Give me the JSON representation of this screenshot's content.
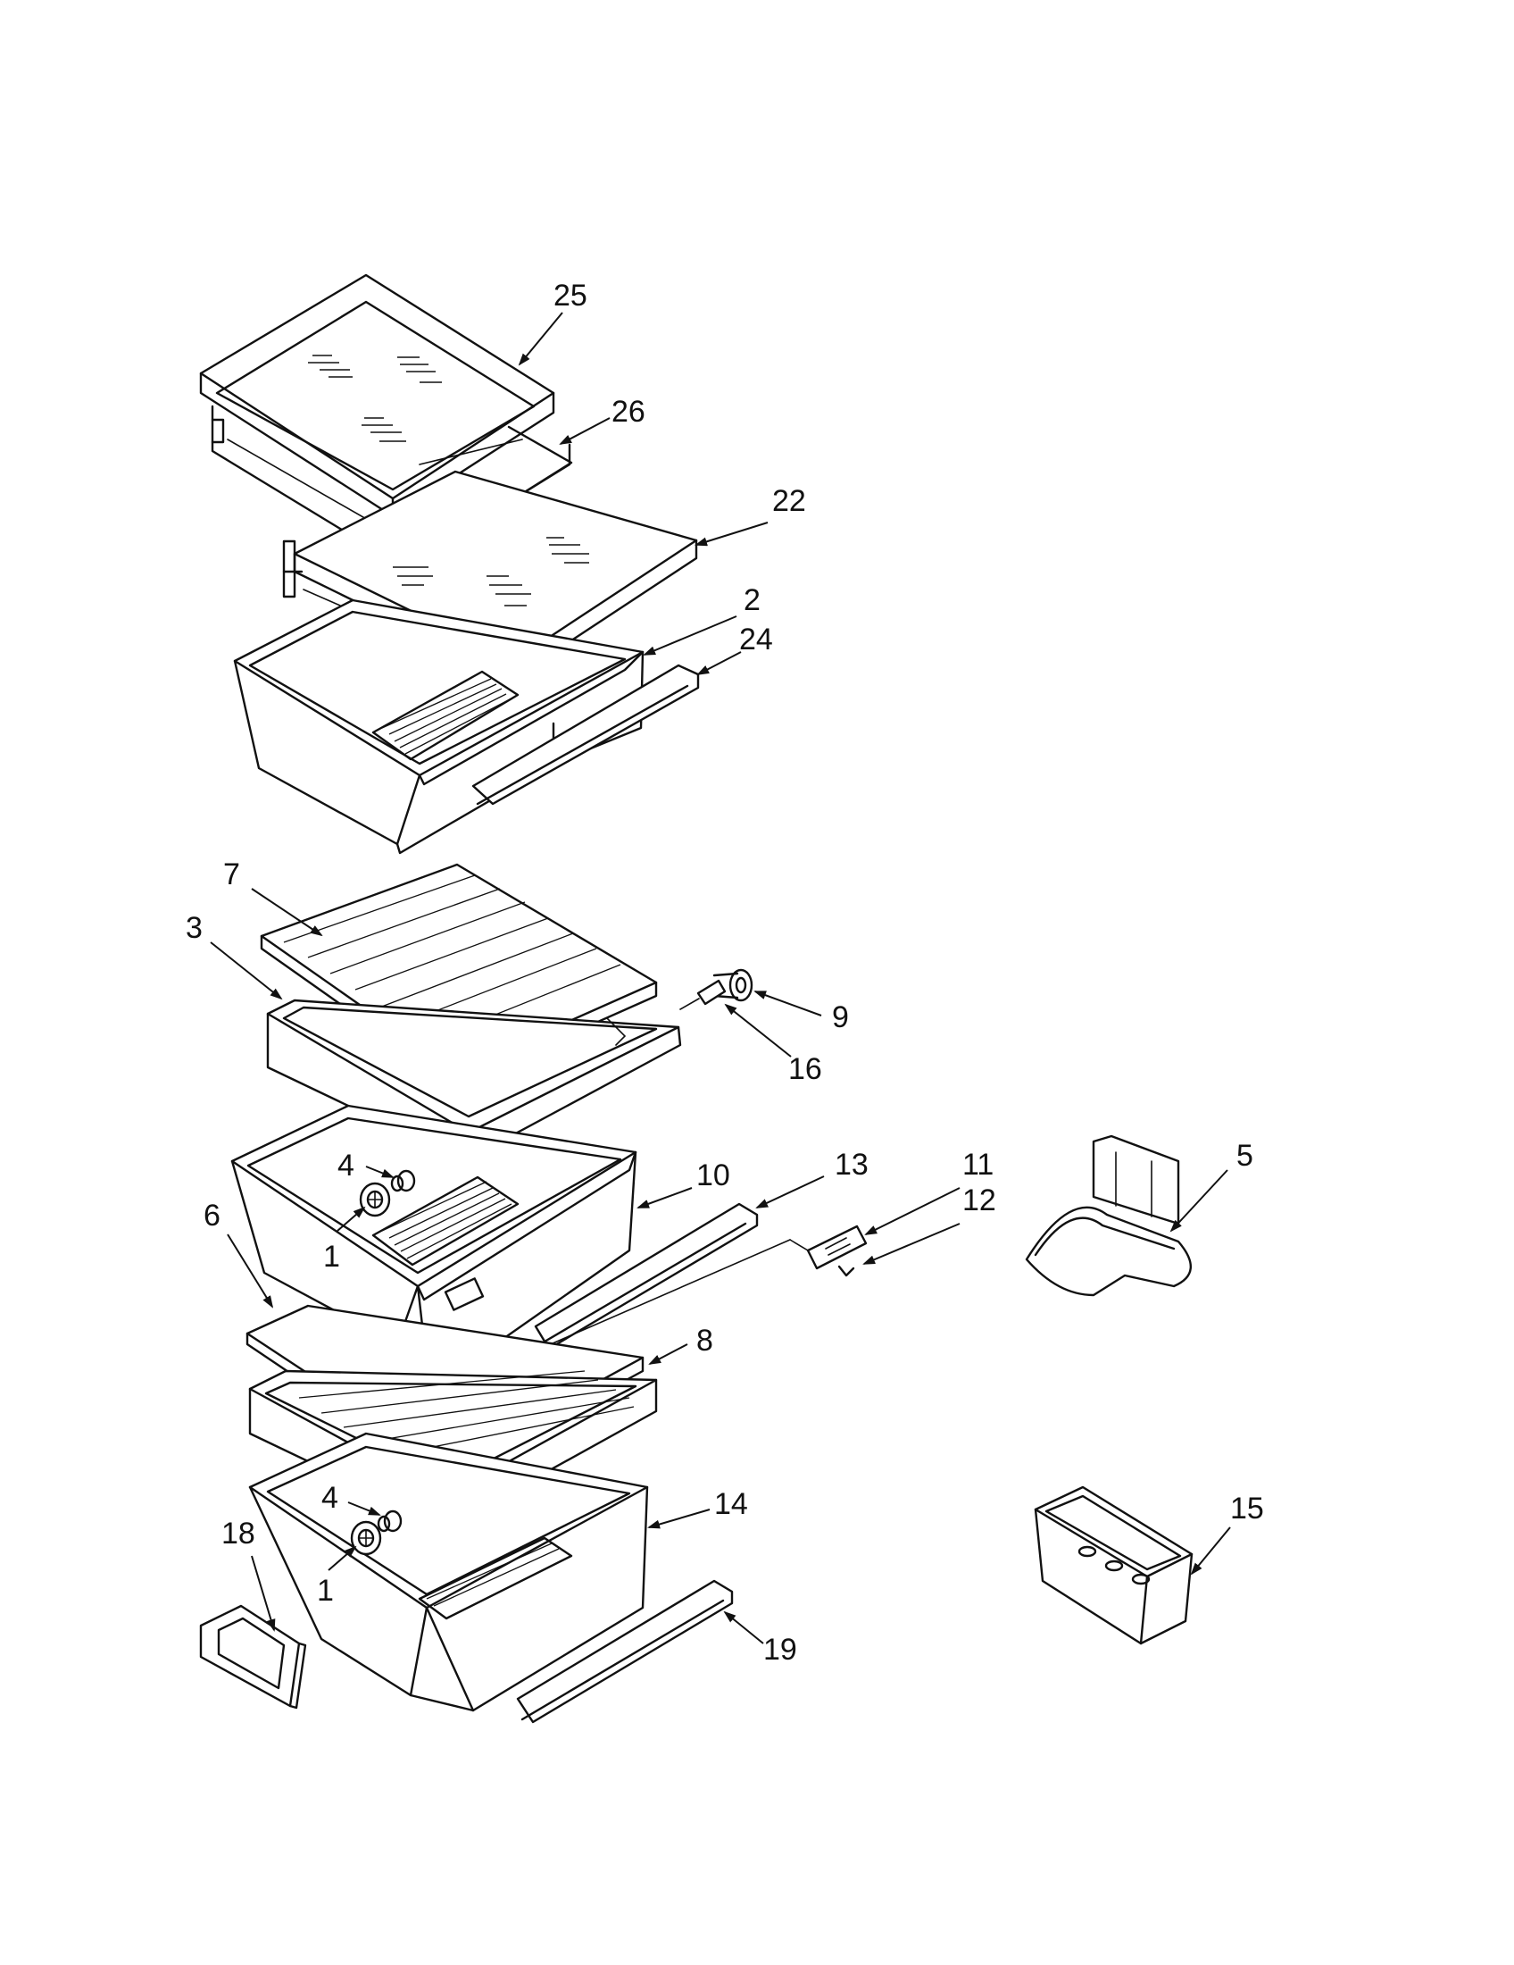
{
  "callouts": [
    {
      "id": "c25",
      "label": "25"
    },
    {
      "id": "c26",
      "label": "26"
    },
    {
      "id": "c22",
      "label": "22"
    },
    {
      "id": "c2",
      "label": "2"
    },
    {
      "id": "c24",
      "label": "24"
    },
    {
      "id": "c7",
      "label": "7"
    },
    {
      "id": "c3",
      "label": "3"
    },
    {
      "id": "c9",
      "label": "9"
    },
    {
      "id": "c16",
      "label": "16"
    },
    {
      "id": "c4a",
      "label": "4"
    },
    {
      "id": "c10",
      "label": "10"
    },
    {
      "id": "c13",
      "label": "13"
    },
    {
      "id": "c11",
      "label": "11"
    },
    {
      "id": "c12",
      "label": "12"
    },
    {
      "id": "c5",
      "label": "5"
    },
    {
      "id": "c1a",
      "label": "1"
    },
    {
      "id": "c6",
      "label": "6"
    },
    {
      "id": "c8",
      "label": "8"
    },
    {
      "id": "c4b",
      "label": "4"
    },
    {
      "id": "c14",
      "label": "14"
    },
    {
      "id": "c15",
      "label": "15"
    },
    {
      "id": "c18",
      "label": "18"
    },
    {
      "id": "c1b",
      "label": "1"
    },
    {
      "id": "c19",
      "label": "19"
    }
  ]
}
